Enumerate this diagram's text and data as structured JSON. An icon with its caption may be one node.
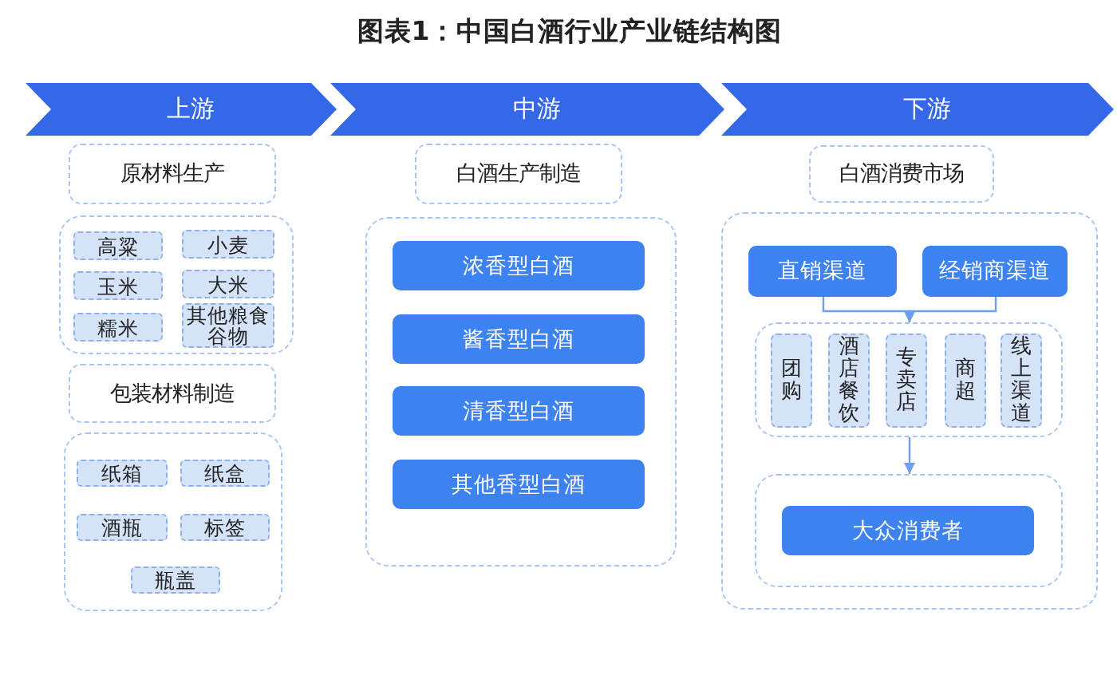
{
  "diagram": {
    "title": "图表1：中国白酒行业产业链结构图",
    "nodes": [
      {
        "text": [
          "上游"
        ]
      },
      {
        "text": [
          "中游"
        ]
      },
      {
        "text": [
          "下游"
        ]
      },
      {
        "text": [
          "原材料生产"
        ]
      },
      {
        "text": [],
        "shape": "box"
      },
      {
        "text": [
          "高粱"
        ],
        "in": 4
      },
      {
        "text": [
          "小麦"
        ],
        "in": 4
      },
      {
        "text": [
          "玉米"
        ],
        "in": 4
      },
      {
        "text": [
          "大米"
        ],
        "in": 4
      },
      {
        "text": [
          "糯米"
        ],
        "in": 4
      },
      {
        "text": [
          "其他粮食谷物"
        ],
        "in": 4
      },
      {
        "text": [
          "包装材料制造"
        ]
      },
      {
        "text": [],
        "shape": "box"
      },
      {
        "text": [
          "纸箱"
        ],
        "in": 12
      },
      {
        "text": [
          "纸盒"
        ],
        "in": 12
      },
      {
        "text": [
          "酒瓶"
        ],
        "in": 12
      },
      {
        "text": [
          "标签"
        ],
        "in": 12
      },
      {
        "text": [
          "瓶盖"
        ],
        "in": 12
      },
      {
        "text": [
          "白酒生产制造"
        ]
      },
      {
        "text": [],
        "shape": "box"
      },
      {
        "text": [
          "浓香型白酒"
        ],
        "in": 19
      },
      {
        "text": [
          "酱香型白酒"
        ],
        "in": 19
      },
      {
        "text": [
          "清香型白酒"
        ],
        "in": 19
      },
      {
        "text": [
          "其他香型白酒"
        ],
        "in": 19
      },
      {
        "text": [
          "白酒消费市场"
        ]
      },
      {
        "text": [],
        "shape": "box"
      },
      {
        "text": [
          "直销渠道"
        ],
        "in": 25
      },
      {
        "text": [
          "经销商渠道"
        ],
        "in": 25
      },
      {
        "text": [],
        "shape": "box",
        "in": 25
      },
      {
        "text": [
          "团购"
        ],
        "in": 28
      },
      {
        "text": [
          "酒店餐饮"
        ],
        "in": 28
      },
      {
        "text": [
          "专卖店"
        ],
        "in": 28
      },
      {
        "text": [
          "商超"
        ],
        "in": 28
      },
      {
        "text": [
          "线上渠道"
        ],
        "in": 28
      },
      {
        "text": [],
        "shape": "box",
        "in": 25
      },
      {
        "text": [
          "大众消费者"
        ],
        "in": 34
      }
    ],
    "edges": [
      {
        "from": 26,
        "to": 28,
        "arrow": "to"
      },
      {
        "from": 27,
        "to": 28,
        "arrow": "to"
      },
      {
        "from": 28,
        "to": 34,
        "arrow": "to"
      }
    ]
  }
}
